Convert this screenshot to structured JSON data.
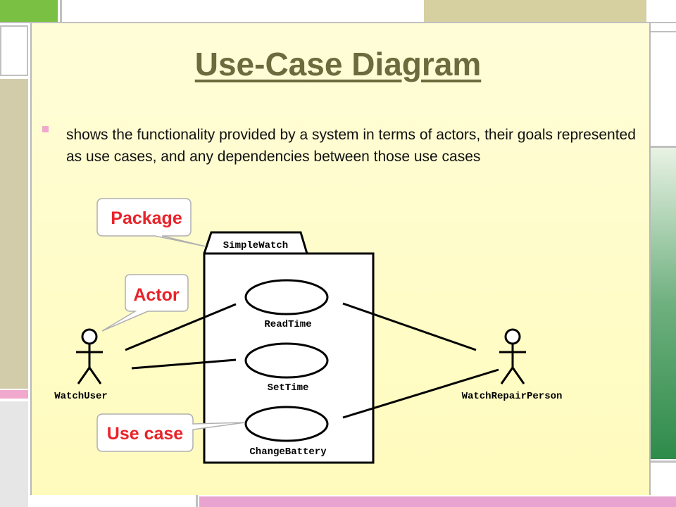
{
  "slide": {
    "title": "Use-Case Diagram",
    "bullet": "shows the functionality provided by a system in terms of actors, their goals represented as use cases, and any dependencies between those use cases"
  },
  "diagram": {
    "package_name": "SimpleWatch",
    "actors": {
      "left": "WatchUser",
      "right": "WatchRepairPerson"
    },
    "use_cases": [
      "ReadTime",
      "SetTime",
      "ChangeBattery"
    ],
    "callouts": {
      "package": "Package",
      "actor": "Actor",
      "use_case": "Use case"
    }
  },
  "colors": {
    "slide_background": "#fffbc8",
    "title": "#6b6b3e",
    "callout_text": "#e8232a",
    "bullet_marker": "#f0a8cc",
    "deco_green": "#7ac143",
    "deco_olive": "#c8c090",
    "deco_pink": "#f0a8cc",
    "deco_darkgreen": "#2e8b4a"
  }
}
